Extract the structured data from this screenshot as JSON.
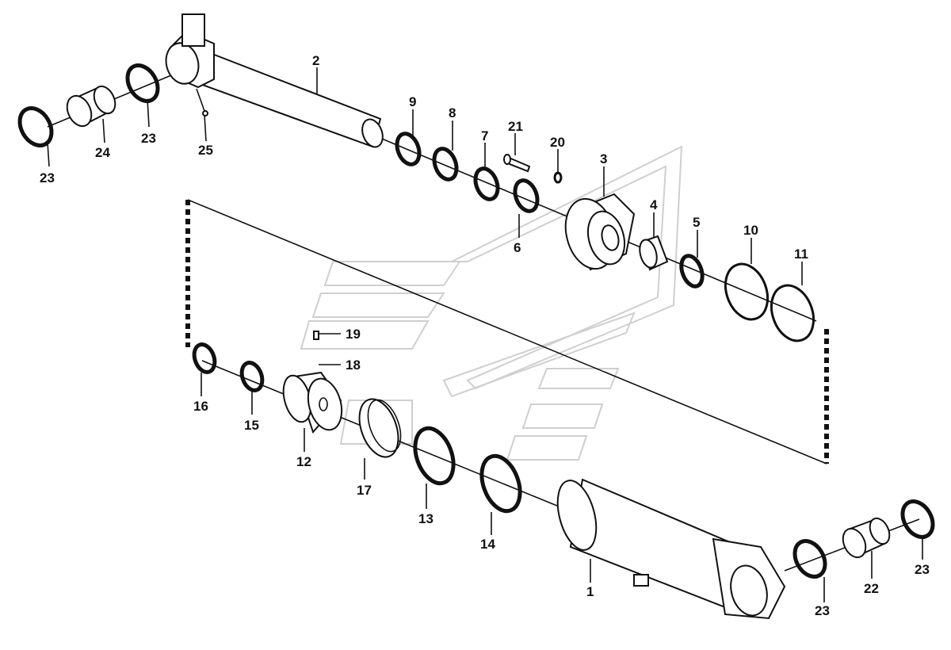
{
  "diagram": {
    "labels": {
      "p1": "1",
      "p2": "2",
      "p3": "3",
      "p4": "4",
      "p5": "5",
      "p6": "6",
      "p7": "7",
      "p8": "8",
      "p9": "9",
      "p10": "10",
      "p11": "11",
      "p12": "12",
      "p13": "13",
      "p14": "14",
      "p15": "15",
      "p16": "16",
      "p17": "17",
      "p18": "18",
      "p19": "19",
      "p20": "20",
      "p21": "21",
      "p22": "22",
      "p23a": "23",
      "p23b": "23",
      "p23c": "23",
      "p23d": "23",
      "p24": "24",
      "p25": "25"
    }
  }
}
